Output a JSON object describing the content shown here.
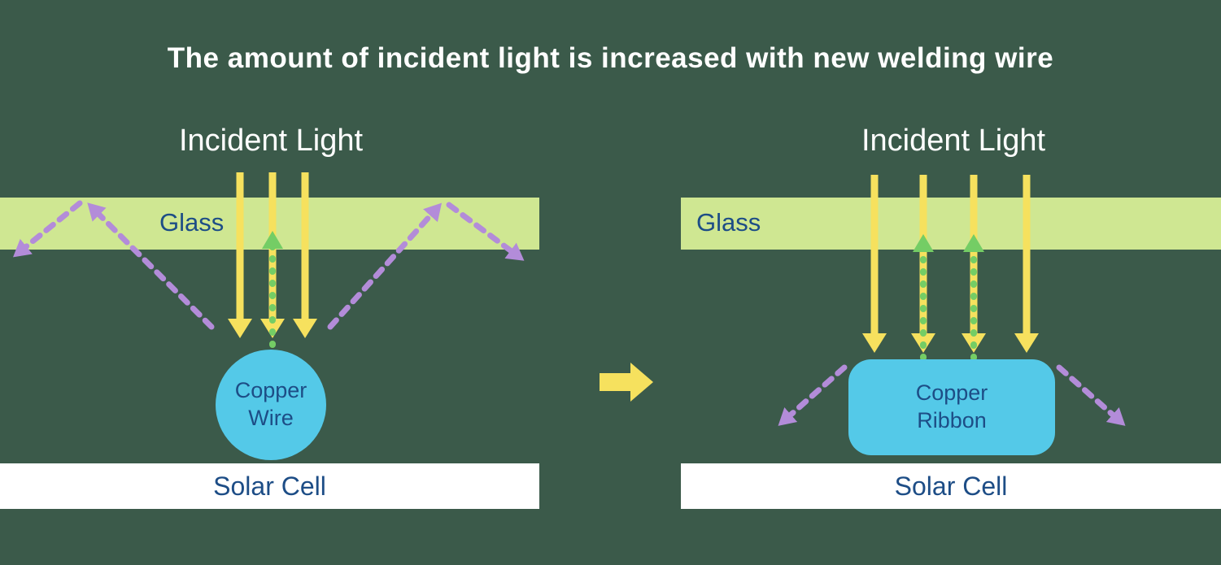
{
  "title": "The amount of incident light is increased with new welding wire",
  "colors": {
    "bg": "#3b5a4a",
    "white": "#ffffff",
    "navy": "#1d4d86",
    "glass": "#cfe792",
    "yellow": "#f6e15e",
    "purple": "#b38cd9",
    "green": "#74cd65",
    "cyan": "#54c9e8"
  },
  "left_panel": {
    "incident_light_label": "Incident Light",
    "glass_label": "Glass",
    "conductor_label": "Copper Wire",
    "solar_cell_label": "Solar Cell"
  },
  "right_panel": {
    "incident_light_label": "Incident Light",
    "glass_label": "Glass",
    "conductor_label": "Copper Ribbon",
    "solar_cell_label": "Solar Cell"
  },
  "icons": {
    "incident_ray": "yellow-down-arrow-icon",
    "recaptured_ray": "green-dashed-up-arrow-icon",
    "lost_ray": "purple-dashed-arrow-icon",
    "transition": "yellow-right-block-arrow-icon"
  }
}
